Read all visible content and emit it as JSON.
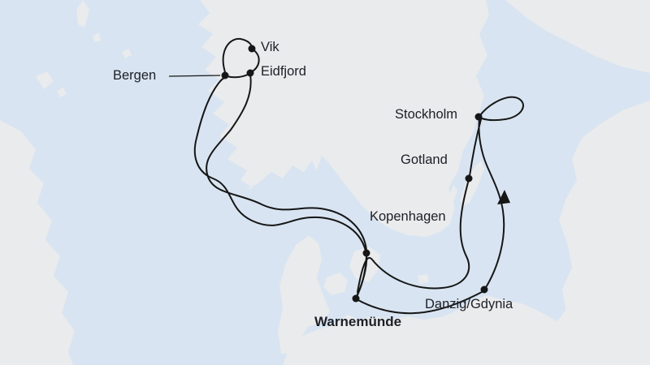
{
  "map": {
    "description": "Cruise route map of northern Europe with ports and sailing route",
    "colors": {
      "sea": "#d8e4f1",
      "land": "#e9ebed",
      "route": "#161616",
      "label": "#1d1f26"
    },
    "ports": [
      {
        "id": "vik",
        "name": "Vik",
        "bold": false
      },
      {
        "id": "bergen",
        "name": "Bergen",
        "bold": false
      },
      {
        "id": "eidfjord",
        "name": "Eidfjord",
        "bold": false
      },
      {
        "id": "stockholm",
        "name": "Stockholm",
        "bold": false
      },
      {
        "id": "gotland",
        "name": "Gotland",
        "bold": false
      },
      {
        "id": "kopenhagen",
        "name": "Kopenhagen",
        "bold": false
      },
      {
        "id": "warnemuende",
        "name": "Warnemünde",
        "bold": true
      },
      {
        "id": "danzig",
        "name": "Danzig/Gdynia",
        "bold": false
      }
    ]
  }
}
